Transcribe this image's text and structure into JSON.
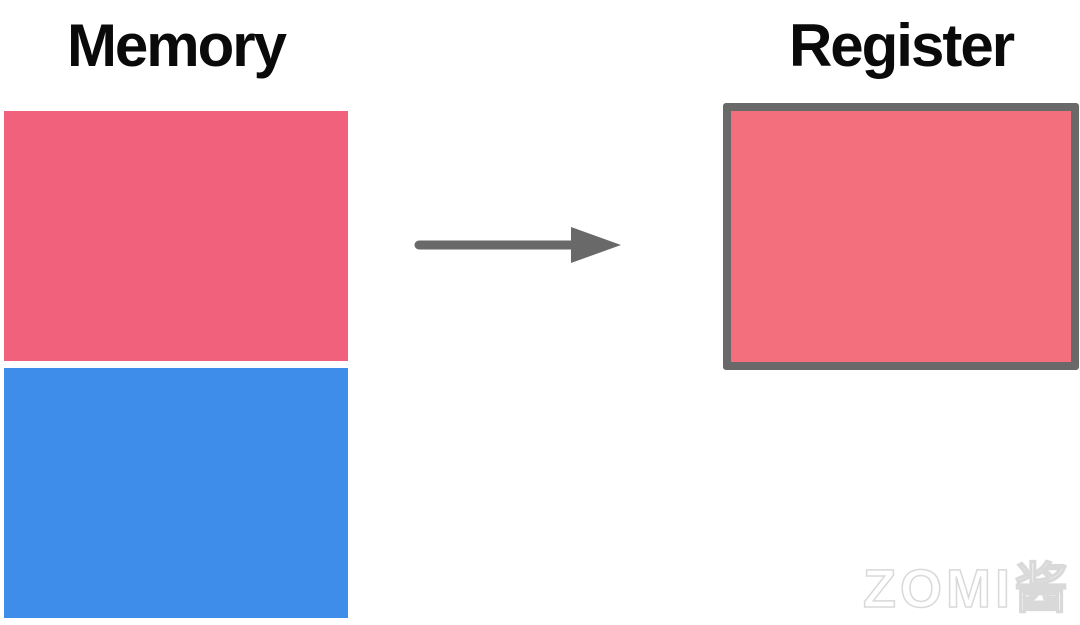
{
  "titles": {
    "memory": "Memory",
    "register": "Register"
  },
  "watermark": {
    "text": "ZOMI酱"
  },
  "icons": {
    "arrow_right": "→"
  },
  "colors": {
    "memory_pink": "#F1617B",
    "memory_blue": "#3E8DEA",
    "register_pink": "#F46F7E",
    "gray": "#696969",
    "watermark_gray": "#D9D9D9",
    "title_black": "#0A0A0A",
    "background": "#FFFFFF"
  }
}
